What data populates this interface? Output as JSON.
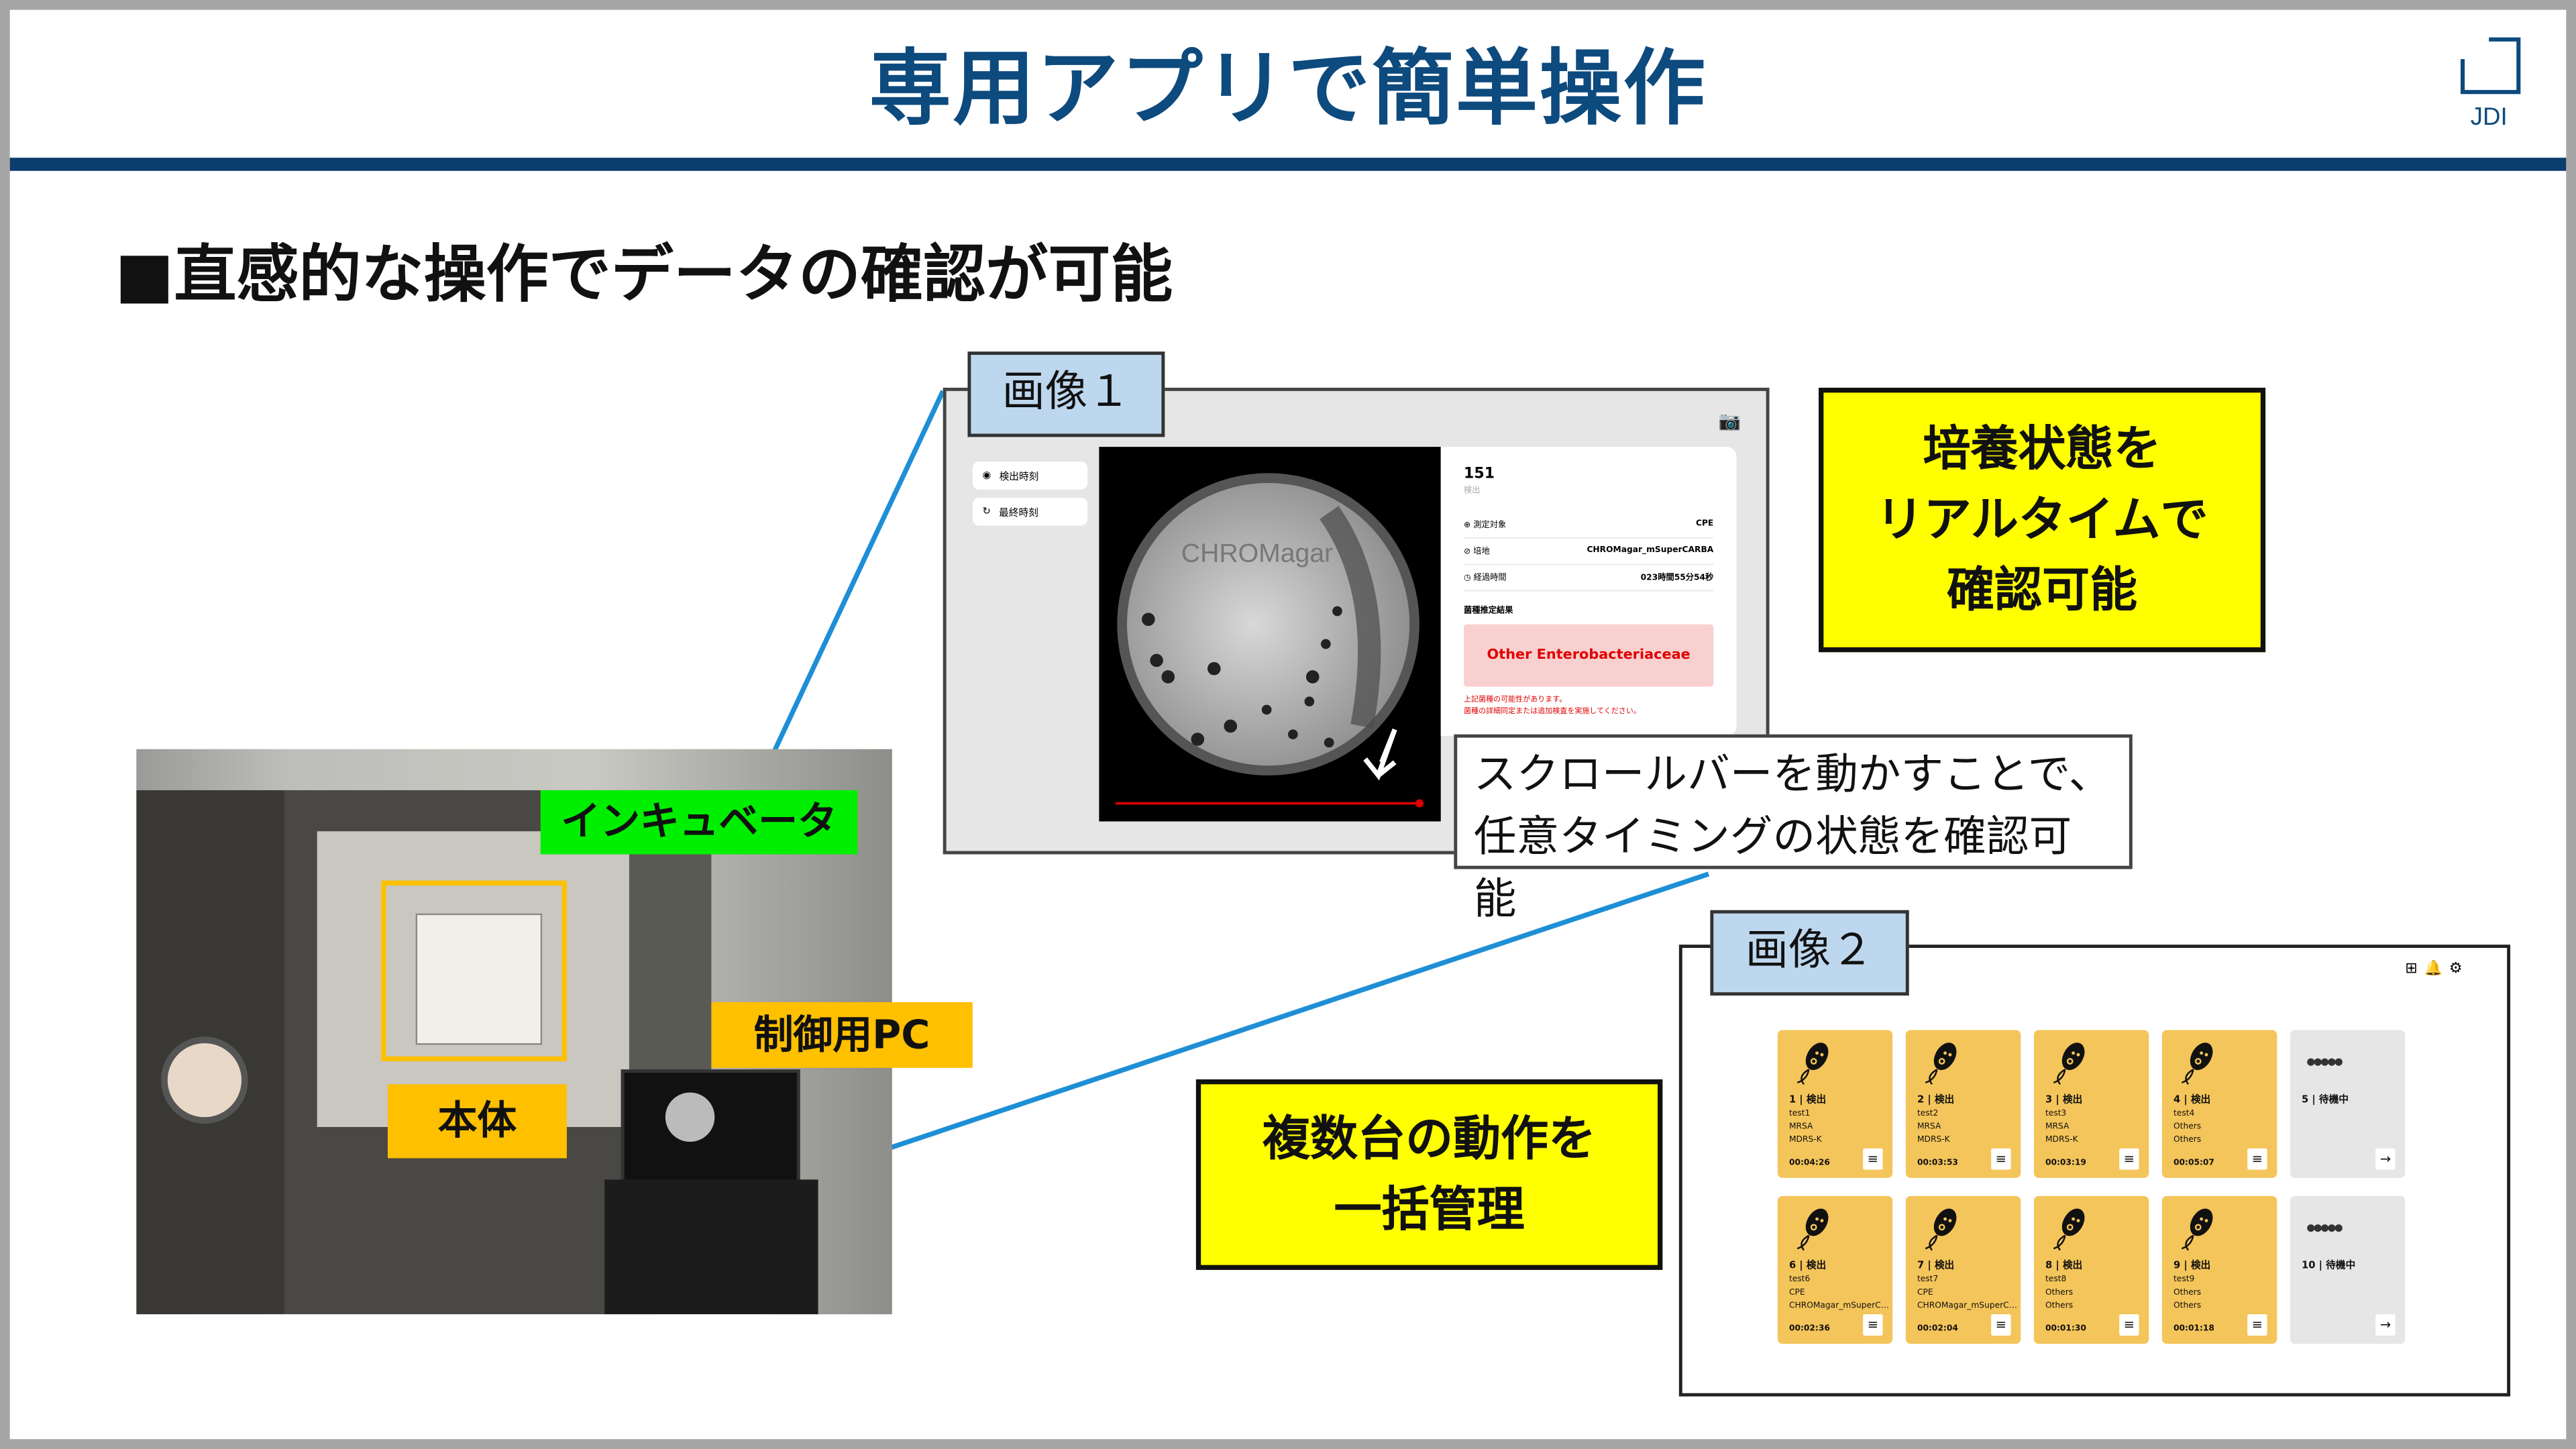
{
  "title": "専用アプリで簡単操作",
  "logo": "JDI",
  "subtitle": "■直感的な操作でデータの確認が可能",
  "image1": {
    "label": "画像１",
    "sidebar": [
      {
        "icon": "search-target-icon",
        "label": "検出時刻"
      },
      {
        "icon": "history-icon",
        "label": "最終時刻"
      }
    ],
    "count": "151",
    "count_label": "検出",
    "rows": [
      {
        "icon": "plus-circle-icon",
        "label": "測定対象",
        "value": "CPE"
      },
      {
        "icon": "slash-circle-icon",
        "label": "培地",
        "value": "CHROMagar_mSuperCARBA"
      },
      {
        "icon": "clock-icon",
        "label": "経過時間",
        "value": "023時間55分54秒"
      }
    ],
    "result_heading": "菌種推定結果",
    "result": "Other Enterobacteriaceae",
    "note1": "上記菌種の可能性があります。",
    "note2": "菌種の詳細同定または追加検査を実施してください。",
    "plate_text": "CHROMagar",
    "scroll_progress": 1.0
  },
  "callout_realtime": [
    "培養状態を",
    "リアルタイムで",
    "確認可能"
  ],
  "callout_scroll": [
    "スクロールバーを動かすことで、",
    "任意タイミングの状態を確認可能"
  ],
  "photo_labels": {
    "incubator": "インキュベータ",
    "body": "本体",
    "pc": "制御用PC"
  },
  "image2": {
    "label": "画像２",
    "cards": [
      {
        "num": "1",
        "status": "検出",
        "lines": [
          "test1",
          "MRSA",
          "MDRS-K"
        ],
        "time": "00:04:26"
      },
      {
        "num": "2",
        "status": "検出",
        "lines": [
          "test2",
          "MRSA",
          "MDRS-K"
        ],
        "time": "00:03:53"
      },
      {
        "num": "3",
        "status": "検出",
        "lines": [
          "test3",
          "MRSA",
          "MDRS-K"
        ],
        "time": "00:03:19"
      },
      {
        "num": "4",
        "status": "検出",
        "lines": [
          "test4",
          "Others",
          "Others"
        ],
        "time": "00:05:07"
      },
      {
        "num": "5",
        "status": "待機中",
        "lines": [],
        "time": ""
      },
      {
        "num": "6",
        "status": "検出",
        "lines": [
          "test6",
          "CPE",
          "CHROMagar_mSuperC…"
        ],
        "time": "00:02:36"
      },
      {
        "num": "7",
        "status": "検出",
        "lines": [
          "test7",
          "CPE",
          "CHROMagar_mSuperC…"
        ],
        "time": "00:02:04"
      },
      {
        "num": "8",
        "status": "検出",
        "lines": [
          "test8",
          "Others",
          "Others"
        ],
        "time": "00:01:30"
      },
      {
        "num": "9",
        "status": "検出",
        "lines": [
          "test9",
          "Others",
          "Others"
        ],
        "time": "00:01:18"
      },
      {
        "num": "10",
        "status": "待機中",
        "lines": [],
        "time": ""
      }
    ]
  },
  "callout_manage": [
    "複数台の動作を",
    "一括管理"
  ],
  "colors": {
    "title": "#0d4a7e",
    "rule": "#0b3d6e",
    "label_bg": "#bdd7ee",
    "highlight": "#ffff00",
    "card": "#f4c55a",
    "result_bg": "#f9d0d0",
    "result_text": "#e00000",
    "line": "#1e8fd6"
  }
}
